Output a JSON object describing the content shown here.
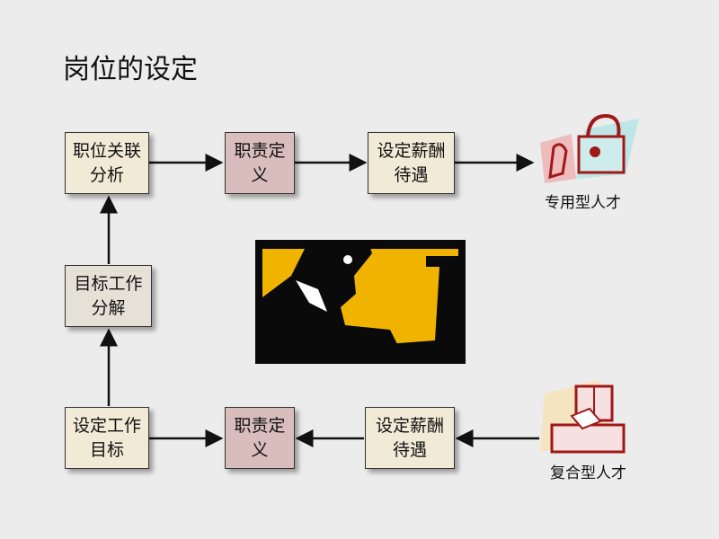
{
  "title": "岗位的设定",
  "top_row": [
    "职位关联分析",
    "职责定义",
    "设定薪酬待遇"
  ],
  "middle": "目标工作分解",
  "bottom_row": [
    "设定工作目标",
    "职责定义",
    "设定薪酬待遇"
  ],
  "outputs": {
    "specialist": "专用型人才",
    "generalist": "复合型人才"
  },
  "colors": {
    "beige": "#f1ead6",
    "pink": "#d9bdbd",
    "yellow": "#f0b400"
  }
}
